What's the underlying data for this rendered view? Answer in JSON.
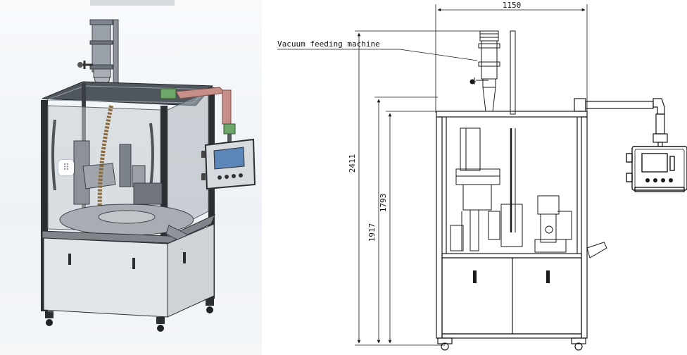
{
  "figure": {
    "callout_label": "Vacuum feeding machine",
    "dimensions": {
      "width": "1150",
      "total_height": "2411",
      "frame_height": "1917",
      "cabinet_height": "1793"
    },
    "icons": {
      "drag_handle": "grid-dots-icon"
    },
    "colors": {
      "frame_dark": "#2b2f33",
      "panel_grey": "#b9bec4",
      "cabinet_light": "#e9ebee",
      "accent_green": "#6fa66a",
      "accent_pink": "#c78f8a",
      "hmi_blue": "#5b86b8",
      "drawing_line": "#1a1a1a"
    }
  }
}
